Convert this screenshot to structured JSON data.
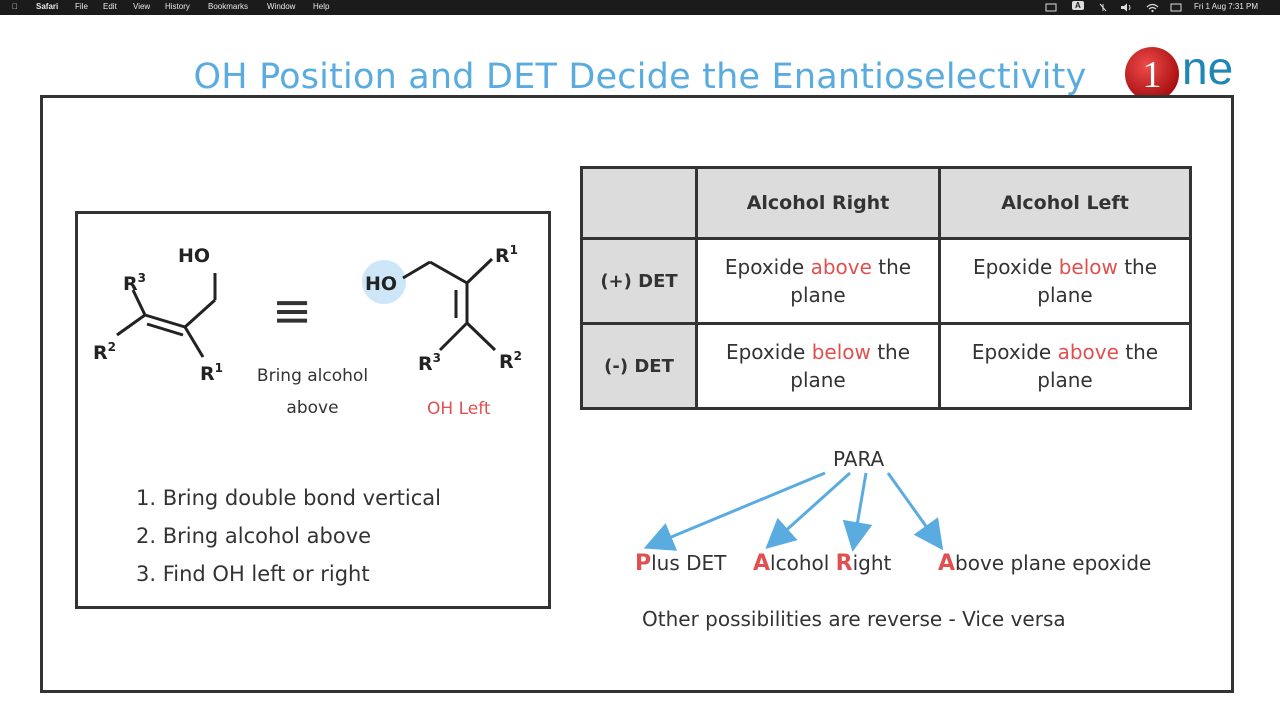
{
  "menubar": {
    "app": "Safari",
    "items": [
      "File",
      "Edit",
      "View",
      "History",
      "Bookmarks",
      "Window",
      "Help"
    ],
    "clock": "Fri 1 Aug  7:31 PM",
    "input_source": "A"
  },
  "slide": {
    "title": "OH Position and DET Decide the Enantioselectivity",
    "logo": {
      "digit": "1",
      "text": "ne"
    },
    "molecule_left": {
      "oh": "HO",
      "r3": "R",
      "r3_sup": "3",
      "r2": "R",
      "r2_sup": "2",
      "r1": "R",
      "r1_sup": "1"
    },
    "equivalence": "≡",
    "bring_note_1": "Bring alcohol",
    "bring_note_2": "above",
    "molecule_right": {
      "oh": "HO",
      "r1": "R",
      "r1_sup": "1",
      "r3": "R",
      "r3_sup": "3",
      "r2": "R",
      "r2_sup": "2"
    },
    "oh_left_label": "OH Left",
    "steps": [
      "1.  Bring double bond vertical",
      "2.  Bring alcohol above",
      "3.  Find OH left or right"
    ],
    "table": {
      "col_alcohol_right": "Alcohol Right",
      "col_alcohol_left": "Alcohol Left",
      "row_plus": "(+) DET",
      "row_minus": "(-) DET",
      "word_epoxide": "Epoxide",
      "word_above": "above",
      "word_below": "below",
      "word_the": "the",
      "word_plane": "plane"
    },
    "mnemonic": {
      "head": "PARA",
      "p_letter": "P",
      "p_rest": "lus DET",
      "a_letter": "A",
      "a_rest": "lcohol ",
      "r_letter": "R",
      "r_rest": "ight",
      "a2_letter": "A",
      "a2_rest": "bove plane epoxide",
      "footer": "Other possibilities are reverse - Vice versa"
    },
    "colors": {
      "title": "#5aace0",
      "accent_red": "#e05050",
      "arrow": "#5aace0",
      "header_bg": "#dcdcdc"
    }
  }
}
